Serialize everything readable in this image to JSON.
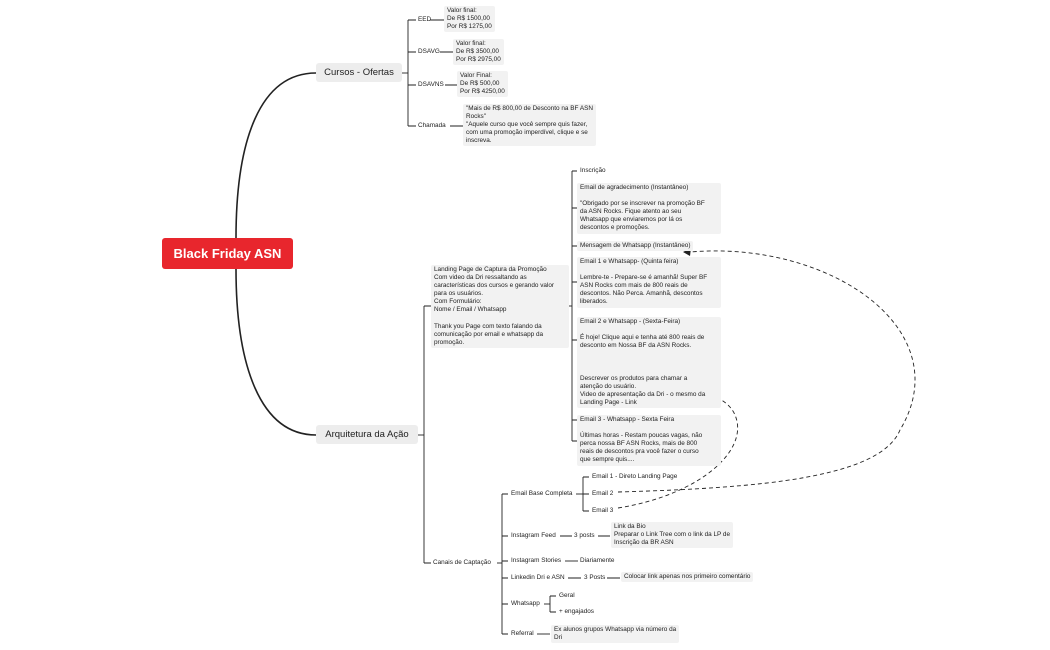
{
  "root": "Black Friday ASN",
  "topics": {
    "cursos": "Cursos - Ofertas",
    "arquitetura": "Arquitetura da Ação"
  },
  "cursos": {
    "eed": "EED",
    "eed_value": "Valor final:\nDe R$ 1500,00\nPor R$ 1275,00",
    "dsavg": "DSAVG",
    "dsavg_value": "Valor final:\nDe R$ 3500,00\nPor R$ 2975,00",
    "dsavns": "DSAVNS",
    "dsavns_value": "Valor Final:\nDe R$ 500,00\nPor R$ 4250,00",
    "chamada": "Chamada",
    "chamada_text": "\"Mais de R$ 800,00 de Desconto na BF ASN\nRocks\"\n\"Aquele curso que você sempre quis fazer,\ncom uma promoção imperdível, clique e se\ninscreva."
  },
  "landing": "Landing Page de Captura da Promoção\nCom video da Dri ressaltando as\ncaracterísticas dos cursos e gerando valor\npara os usuários.\nCom Formulário:\nNome / Email / Whatsapp\n\nThank you Page com texto falando da\ncomunicação por email e whatsapp da\npromoção.",
  "sequence": {
    "inscricao": "Inscrição",
    "email_agradecimento": "Email de agradecimento (Instantâneo)\n\n\"Obrigado por se inscrever na promoção BF\nda ASN Rocks. Fique atento ao seu\nWhatsapp que enviaremos por lá os\ndescontos e promoções.",
    "mensagem_whatsapp": "Mensagem de Whatsapp (Instantâneo)",
    "email1": "Email 1 e Whatsapp- (Quinta feira)\n\nLembre-te - Prepare-se é amanhã! Super BF\nASN Rocks com mais de 800 reais de\ndescontos. Não Perca. Amanhã, descontos\nliberados.",
    "email2": "Email 2 e Whatsapp - (Sexta-Feira)\n\nÉ hoje! Clique aqui e tenha até 800 reais de\ndesconto em Nossa BF da ASN Rocks.\n\n\n\nDescrever os produtos para chamar a\natenção do usuário.\nVideo de apresentação da Dri - o mesmo da\nLanding Page - Link",
    "email3": "Email 3 - Whatsapp - Sexta Feira\n\nÚltimas horas - Restam poucas vagas, não\nperca nossa BF ASN Rocks, mais de 800\nreais de descontos pra você fazer o curso\nque sempre quis...."
  },
  "canais": {
    "label": "Canais de Captação",
    "email_base": "Email Base Completa",
    "email_base_items": [
      "Email 1 - Direto Landing Page",
      "Email 2",
      "Email 3"
    ],
    "instagram_feed": "Instagram Feed",
    "instagram_feed_posts": "3 posts",
    "instagram_feed_detail": "Link da Bio\nPreparar o Link Tree com o link da LP de\nInscrição da BR ASN",
    "instagram_stories": "Instagram Stories",
    "instagram_stories_detail": "Diariamente",
    "linkedin": "Linkedin Dri e ASN",
    "linkedin_posts": "3 Posts",
    "linkedin_detail": "Colocar link apenas nos primeiro comentário",
    "whatsapp": "Whatsapp",
    "whatsapp_items": [
      "Geral",
      "+ engajados"
    ],
    "referral": "Referral",
    "referral_detail": "Ex alunos grupos Whatsapp via número da\nDri"
  },
  "colors": {
    "root": "#e8262d",
    "line": "#222222",
    "box": "#f2f2f2"
  }
}
